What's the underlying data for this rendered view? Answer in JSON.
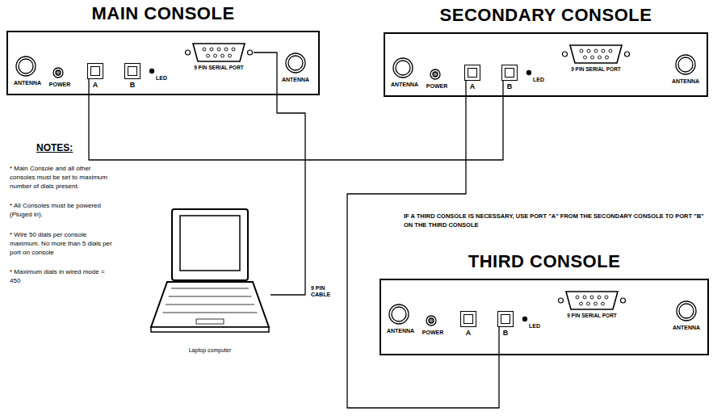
{
  "diagram": {
    "nodes": [
      {
        "text": [
          "MAIN CONSOLE"
        ]
      },
      {
        "text": [
          "9 PIN SERIAL PORT"
        ],
        "in": 0
      },
      {
        "text": [
          "A"
        ],
        "in": 0
      },
      {
        "text": [
          "B"
        ],
        "in": 0
      },
      {
        "text": [
          "SECONDARY CONSOLE"
        ]
      },
      {
        "text": [
          "9 PIN SERIAL PORT"
        ],
        "in": 4
      },
      {
        "text": [
          "A"
        ],
        "in": 4
      },
      {
        "text": [
          "B"
        ],
        "in": 4
      },
      {
        "text": [
          "THIRD CONSOLE"
        ]
      },
      {
        "text": [
          "9 PIN SERIAL PORT"
        ],
        "in": 8
      },
      {
        "text": [
          "A"
        ],
        "in": 8
      },
      {
        "text": [
          "B"
        ],
        "in": 8
      },
      {
        "text": [
          "Laptop computer"
        ]
      }
    ],
    "edges": [
      {
        "from": 12,
        "to": 1,
        "label": "9 PIN CABLE",
        "arrow": "none"
      },
      {
        "from": 2,
        "to": 7,
        "arrow": "none"
      },
      {
        "from": 6,
        "to": 11,
        "arrow": "none"
      }
    ],
    "labels": [
      "ANTENNA",
      "POWER",
      "LED",
      "ANTENNA",
      "ANTENNA",
      "POWER",
      "LED",
      "ANTENNA",
      "ANTENNA",
      "POWER",
      "LED",
      "ANTENNA",
      "NOTES:",
      "* Main Console and all other consoles must be set to maximum number of dials present.",
      "* All Consoles must be powered (Pluged in).",
      "* Wire 50 dials per console maximum. No more than 5 dials per port on console",
      "* Maximum dials in wired mode = 450",
      "IF A THIRD CONSOLE IS NECESSARY, USE PORT \"A\" FROM THE SECONDARY CONSOLE TO PORT \"B\" ON THE THIRD CONSOLE"
    ]
  }
}
